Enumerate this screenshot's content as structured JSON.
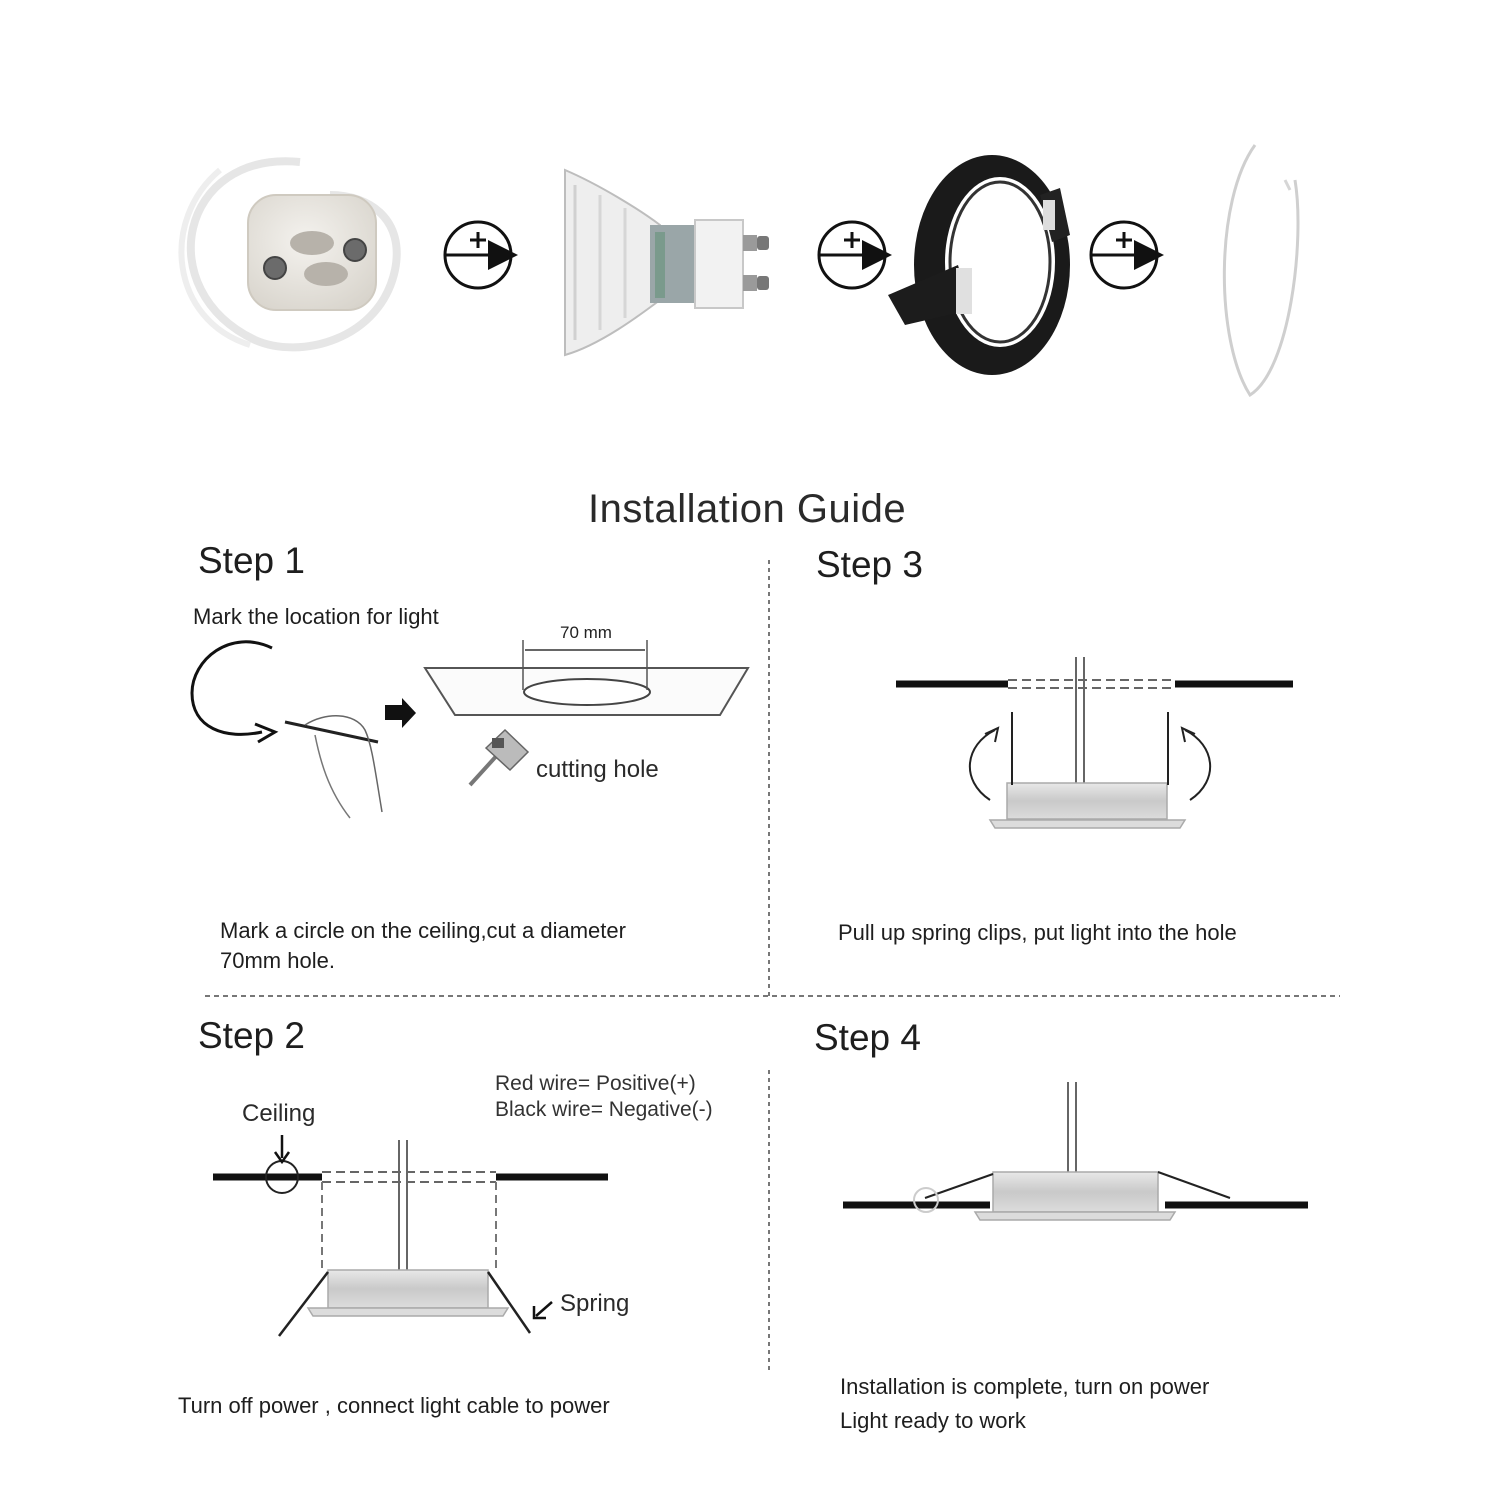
{
  "colors": {
    "background": "#ffffff",
    "ink": "#1e1e1e",
    "ceiling": "#111111",
    "fixture_silver": "#cfcfcf",
    "ring_black": "#1a1a1a"
  },
  "components": {
    "items": [
      {
        "name": "gu10-socket",
        "icon": "gu10-socket-icon"
      },
      {
        "name": "gu10-bulb",
        "icon": "gu10-bulb-icon"
      },
      {
        "name": "black-trim-ring",
        "icon": "trim-ring-icon"
      },
      {
        "name": "glass-cover",
        "icon": "glass-cover-icon"
      }
    ],
    "connector_icon": "plus-arrow-icon"
  },
  "guide": {
    "title": "Installation Guide",
    "step1": {
      "heading": "Step 1",
      "instruction": "Mark the location for light",
      "dimension": "70 mm",
      "tool_label": "cutting hole",
      "description_line1": "Mark a circle on the ceiling,cut a diameter",
      "description_line2": "70mm hole."
    },
    "step2": {
      "heading": "Step 2",
      "ceiling_label": "Ceiling",
      "wire_red": "Red wire= Positive(+)",
      "wire_black": "Black wire= Negative(-)",
      "spring_label": "Spring",
      "description": "Turn off power , connect light cable to power"
    },
    "step3": {
      "heading": "Step 3",
      "description": "Pull up spring clips, put light into the hole"
    },
    "step4": {
      "heading": "Step 4",
      "description_line1": "Installation is complete, turn on power",
      "description_line2": "Light ready to work"
    }
  }
}
